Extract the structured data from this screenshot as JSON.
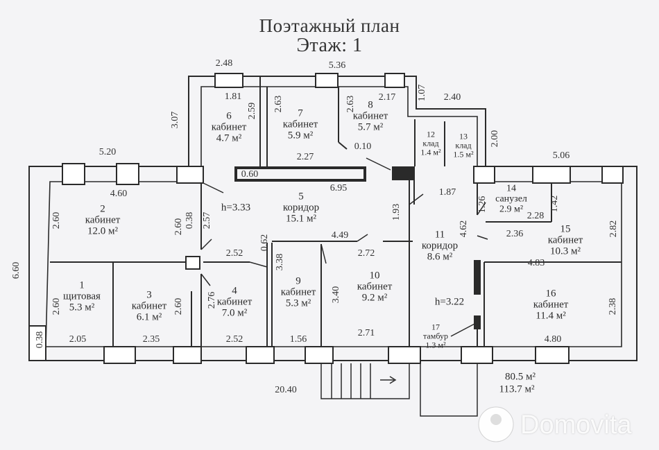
{
  "title_line1": "Поэтажный план",
  "title_line2": "Этаж: 1",
  "rooms": [
    {
      "num": "1",
      "name": "щитовая",
      "area": "5.3 м²"
    },
    {
      "num": "2",
      "name": "кабинет",
      "area": "12.0 м²"
    },
    {
      "num": "3",
      "name": "кабинет",
      "area": "6.1 м²"
    },
    {
      "num": "4",
      "name": "кабинет",
      "area": "7.0 м²"
    },
    {
      "num": "5",
      "name": "коридор",
      "area": "15.1 м²"
    },
    {
      "num": "6",
      "name": "кабинет",
      "area": "4.7 м²"
    },
    {
      "num": "7",
      "name": "кабинет",
      "area": "5.9 м²"
    },
    {
      "num": "8",
      "name": "кабинет",
      "area": "5.7 м²"
    },
    {
      "num": "9",
      "name": "кабинет",
      "area": "5.3 м²"
    },
    {
      "num": "10",
      "name": "кабинет",
      "area": "9.2 м²"
    },
    {
      "num": "11",
      "name": "коридор",
      "area": "8.6 м²"
    },
    {
      "num": "12",
      "name": "клад",
      "area": "1.4 м²"
    },
    {
      "num": "13",
      "name": "клад",
      "area": "1.5 м²"
    },
    {
      "num": "14",
      "name": "санузел",
      "area": "2.9 м²"
    },
    {
      "num": "15",
      "name": "кабинет",
      "area": "10.3 м²"
    },
    {
      "num": "16",
      "name": "кабинет",
      "area": "11.4 м²"
    },
    {
      "num": "17",
      "name": "тамбур",
      "area": "1.3 м²"
    }
  ],
  "heights": [
    "h=3.33",
    "h=3.22"
  ],
  "dimensions": [
    "2.48",
    "5.36",
    "1.07",
    "2.40",
    "1.81",
    "2.63",
    "2.59",
    "2.63",
    "2.17",
    "3.07",
    "2.00",
    "5.20",
    "5.06",
    "2.27",
    "0.10",
    "0.60",
    "6.95",
    "1.87",
    "4.60",
    "0.38",
    "2.60",
    "2.57",
    "1.93",
    "1.26",
    "1.42",
    "2.28",
    "4.62",
    "2.60",
    "0.62",
    "2.82",
    "2.36",
    "4.49",
    "2.52",
    "2.72",
    "3.38",
    "3.40",
    "4.83",
    "6.60",
    "2.60",
    "2.76",
    "2.60",
    "2.38",
    "0.38",
    "2.05",
    "2.35",
    "2.52",
    "1.56",
    "2.71",
    "4.80",
    "20.40"
  ],
  "totals": [
    "80.5 м²",
    "113.7 м²"
  ],
  "watermark": "Domovita",
  "colors": {
    "wall": "#2a2a2a",
    "fill": "#f4f4f6",
    "window": "#ffffff"
  }
}
